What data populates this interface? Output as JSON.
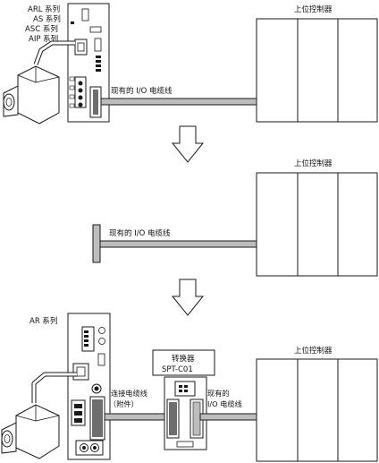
{
  "section1": {
    "series_labels": [
      "ARL 系列",
      "AS 系列",
      "ASC 系列",
      "AIP 系列"
    ],
    "cable_label": "现有的 I/O 电缆线",
    "controller_label": "上位控制器"
  },
  "section2": {
    "cable_label": "现有的 I/O 电缆线",
    "controller_label": "上位控制器"
  },
  "section3": {
    "series_label": "AR 系列",
    "converter_label_line1": "转换器",
    "converter_label_line2": "SPT-C01",
    "connect_cable_line1": "连接电缆线",
    "connect_cable_line2": "（附件）",
    "existing_cable_line1": "现有的",
    "existing_cable_line2": "I/O 电缆线",
    "controller_label": "上位控制器"
  },
  "colors": {
    "cable_fill": "#bdbdbd",
    "connector_fill": "#6e6e6e",
    "outline": "#1a1a1a"
  }
}
